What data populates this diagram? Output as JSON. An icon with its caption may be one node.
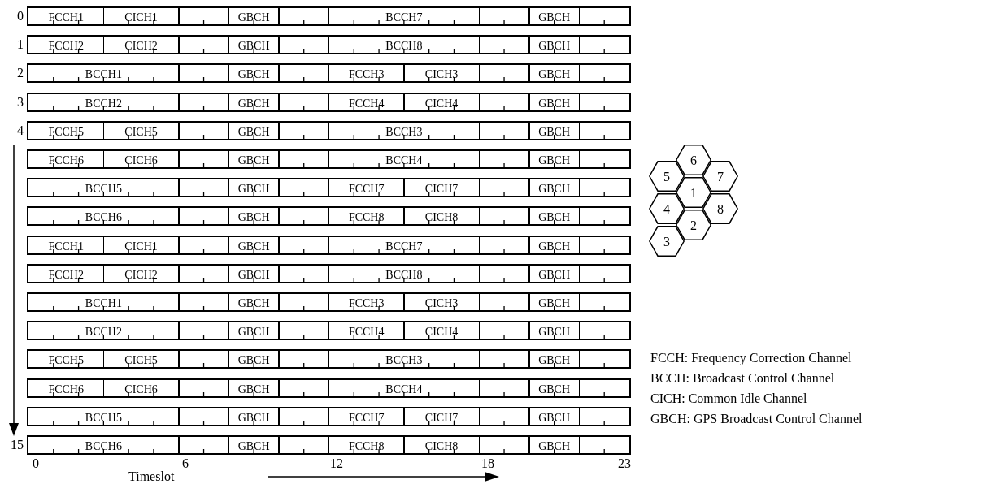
{
  "diagram": {
    "nodes": [
      {
        "text": [],
        "shape": "bar",
        "beside": [
          "0"
        ]
      },
      {
        "text": [
          "FCCH1"
        ],
        "in": 0
      },
      {
        "text": [
          "CICH1"
        ],
        "in": 0
      },
      {
        "text": [
          "GBCH"
        ],
        "in": 0
      },
      {
        "text": [
          "BCCH7"
        ],
        "in": 0
      },
      {
        "text": [
          "GBCH"
        ],
        "in": 0
      },
      {
        "text": [],
        "shape": "bar",
        "beside": [
          "1"
        ]
      },
      {
        "text": [
          "FCCH2"
        ],
        "in": 6
      },
      {
        "text": [
          "CICH2"
        ],
        "in": 6
      },
      {
        "text": [
          "GBCH"
        ],
        "in": 6
      },
      {
        "text": [
          "BCCH8"
        ],
        "in": 6
      },
      {
        "text": [
          "GBCH"
        ],
        "in": 6
      },
      {
        "text": [],
        "shape": "bar",
        "beside": [
          "2"
        ]
      },
      {
        "text": [
          "BCCH1"
        ],
        "in": 12
      },
      {
        "text": [
          "GBCH"
        ],
        "in": 12
      },
      {
        "text": [
          "FCCH3"
        ],
        "in": 12
      },
      {
        "text": [
          "CICH3"
        ],
        "in": 12
      },
      {
        "text": [
          "GBCH"
        ],
        "in": 12
      },
      {
        "text": [],
        "shape": "bar",
        "beside": [
          "3"
        ]
      },
      {
        "text": [
          "BCCH2"
        ],
        "in": 18
      },
      {
        "text": [
          "GBCH"
        ],
        "in": 18
      },
      {
        "text": [
          "FCCH4"
        ],
        "in": 18
      },
      {
        "text": [
          "CICH4"
        ],
        "in": 18
      },
      {
        "text": [
          "GBCH"
        ],
        "in": 18
      },
      {
        "text": [],
        "shape": "bar",
        "beside": [
          "4"
        ]
      },
      {
        "text": [
          "FCCH5"
        ],
        "in": 24
      },
      {
        "text": [
          "CICH5"
        ],
        "in": 24
      },
      {
        "text": [
          "GBCH"
        ],
        "in": 24
      },
      {
        "text": [
          "BCCH3"
        ],
        "in": 24
      },
      {
        "text": [
          "GBCH"
        ],
        "in": 24
      },
      {
        "text": [],
        "shape": "bar"
      },
      {
        "text": [
          "FCCH6"
        ],
        "in": 30
      },
      {
        "text": [
          "CICH6"
        ],
        "in": 30
      },
      {
        "text": [
          "GBCH"
        ],
        "in": 30
      },
      {
        "text": [
          "BCCH4"
        ],
        "in": 30
      },
      {
        "text": [
          "GBCH"
        ],
        "in": 30
      },
      {
        "text": [],
        "shape": "bar"
      },
      {
        "text": [
          "BCCH5"
        ],
        "in": 36
      },
      {
        "text": [
          "GBCH"
        ],
        "in": 36
      },
      {
        "text": [
          "FCCH7"
        ],
        "in": 36
      },
      {
        "text": [
          "CICH7"
        ],
        "in": 36
      },
      {
        "text": [
          "GBCH"
        ],
        "in": 36
      },
      {
        "text": [],
        "shape": "bar"
      },
      {
        "text": [
          "BCCH6"
        ],
        "in": 42
      },
      {
        "text": [
          "GBCH"
        ],
        "in": 42
      },
      {
        "text": [
          "FCCH8"
        ],
        "in": 42
      },
      {
        "text": [
          "CICH8"
        ],
        "in": 42
      },
      {
        "text": [
          "GBCH"
        ],
        "in": 42
      },
      {
        "text": [],
        "shape": "bar"
      },
      {
        "text": [
          "FCCH1"
        ],
        "in": 48
      },
      {
        "text": [
          "CICH1"
        ],
        "in": 48
      },
      {
        "text": [
          "GBCH"
        ],
        "in": 48
      },
      {
        "text": [
          "BCCH7"
        ],
        "in": 48
      },
      {
        "text": [
          "GBCH"
        ],
        "in": 48
      },
      {
        "text": [],
        "shape": "bar"
      },
      {
        "text": [
          "FCCH2"
        ],
        "in": 54
      },
      {
        "text": [
          "CICH2"
        ],
        "in": 54
      },
      {
        "text": [
          "GBCH"
        ],
        "in": 54
      },
      {
        "text": [
          "BCCH8"
        ],
        "in": 54
      },
      {
        "text": [
          "GBCH"
        ],
        "in": 54
      },
      {
        "text": [],
        "shape": "bar"
      },
      {
        "text": [
          "BCCH1"
        ],
        "in": 60
      },
      {
        "text": [
          "GBCH"
        ],
        "in": 60
      },
      {
        "text": [
          "FCCH3"
        ],
        "in": 60
      },
      {
        "text": [
          "CICH3"
        ],
        "in": 60
      },
      {
        "text": [
          "GBCH"
        ],
        "in": 60
      },
      {
        "text": [],
        "shape": "bar"
      },
      {
        "text": [
          "BCCH2"
        ],
        "in": 66
      },
      {
        "text": [
          "GBCH"
        ],
        "in": 66
      },
      {
        "text": [
          "FCCH4"
        ],
        "in": 66
      },
      {
        "text": [
          "CICH4"
        ],
        "in": 66
      },
      {
        "text": [
          "GBCH"
        ],
        "in": 66
      },
      {
        "text": [],
        "shape": "bar"
      },
      {
        "text": [
          "FCCH5"
        ],
        "in": 72
      },
      {
        "text": [
          "CICH5"
        ],
        "in": 72
      },
      {
        "text": [
          "GBCH"
        ],
        "in": 72
      },
      {
        "text": [
          "BCCH3"
        ],
        "in": 72
      },
      {
        "text": [
          "GBCH"
        ],
        "in": 72
      },
      {
        "text": [],
        "shape": "bar"
      },
      {
        "text": [
          "FCCH6"
        ],
        "in": 78
      },
      {
        "text": [
          "CICH6"
        ],
        "in": 78
      },
      {
        "text": [
          "GBCH"
        ],
        "in": 78
      },
      {
        "text": [
          "BCCH4"
        ],
        "in": 78
      },
      {
        "text": [
          "GBCH"
        ],
        "in": 78
      },
      {
        "text": [],
        "shape": "bar"
      },
      {
        "text": [
          "BCCH5"
        ],
        "in": 84
      },
      {
        "text": [
          "GBCH"
        ],
        "in": 84
      },
      {
        "text": [
          "FCCH7"
        ],
        "in": 84
      },
      {
        "text": [
          "CICH7"
        ],
        "in": 84
      },
      {
        "text": [
          "GBCH"
        ],
        "in": 84
      },
      {
        "text": [],
        "shape": "bar",
        "beside": [
          "15"
        ]
      },
      {
        "text": [
          "BCCH6"
        ],
        "in": 90
      },
      {
        "text": [
          "GBCH"
        ],
        "in": 90
      },
      {
        "text": [
          "FCCH8"
        ],
        "in": 90
      },
      {
        "text": [
          "CICH8"
        ],
        "in": 90
      },
      {
        "text": [
          "GBCH"
        ],
        "in": 90
      },
      {
        "text": [
          "6"
        ]
      },
      {
        "text": [
          "5"
        ]
      },
      {
        "text": [
          "7"
        ]
      },
      {
        "text": [
          "1"
        ]
      },
      {
        "text": [
          "4"
        ]
      },
      {
        "text": [
          "8"
        ]
      },
      {
        "text": [
          "2"
        ]
      },
      {
        "text": [
          "3"
        ]
      }
    ],
    "labels": [
      "FCCH: Frequency Correction Channel",
      "BCCH: Broadcast Control Channel",
      "CICH: Common Idle Channel",
      "GBCH: GPS Broadcast Control Channel",
      "0",
      "6",
      "12",
      "18",
      "23",
      "Timeslot"
    ]
  }
}
